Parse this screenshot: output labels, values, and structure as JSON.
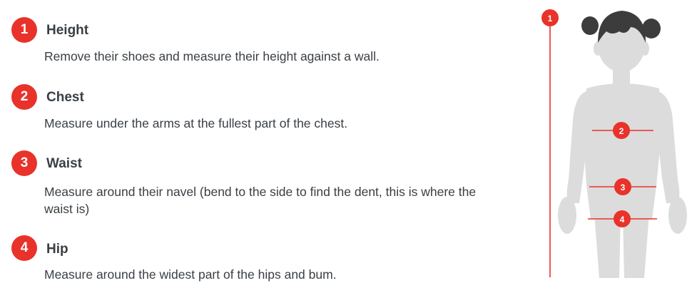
{
  "steps": [
    {
      "number": "1",
      "title": "Height",
      "description": "Remove their shoes and measure their height against a wall."
    },
    {
      "number": "2",
      "title": "Chest",
      "description": "Measure under the arms at the fullest part of the chest."
    },
    {
      "number": "3",
      "title": "Waist",
      "description": "Measure around their navel (bend to the side to find the dent, this is where the waist is)"
    },
    {
      "number": "4",
      "title": "Hip",
      "description": "Measure around the widest part of the hips and bum."
    }
  ],
  "figure": {
    "markers": [
      "1",
      "2",
      "3",
      "4"
    ],
    "silhouette": "child-silhouette",
    "colors": {
      "accent": "#e8322a",
      "silhouette": "#dcdcdc",
      "hair": "#3c3c3c",
      "text": "#3a3f44"
    }
  }
}
